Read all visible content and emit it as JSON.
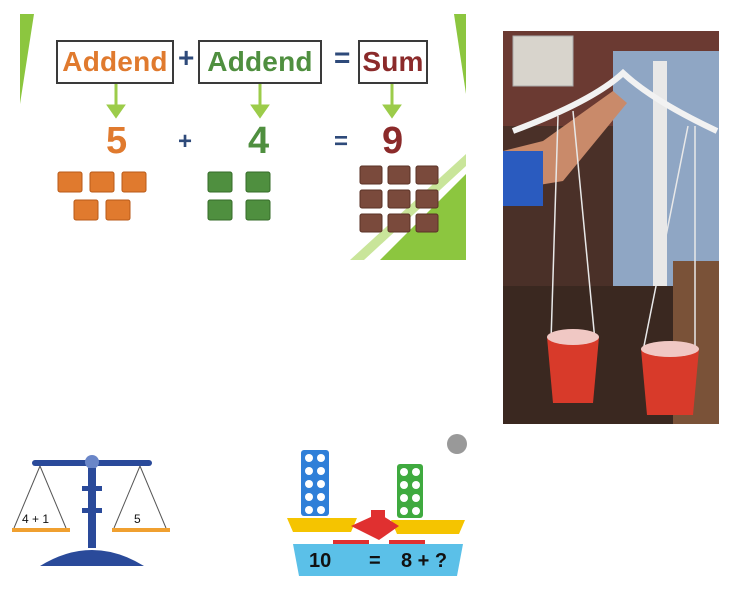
{
  "addend_diagram": {
    "labels": {
      "addend_left": "Addend",
      "plus": "+",
      "addend_right": "Addend",
      "equals": "=",
      "sum": "Sum"
    },
    "numbers": {
      "left": "5",
      "plus": "+",
      "right": "4",
      "equals": "=",
      "sum": "9"
    },
    "blocks": {
      "left_count": 5,
      "right_count": 4,
      "sum_count": 9
    },
    "colors": {
      "orange": "#e07a2e",
      "green": "#4f8f3f",
      "maroon": "#8b2a2a",
      "brown": "#7a4a3c",
      "arrow": "#9ccc4a",
      "accent": "#8cc63f"
    }
  },
  "photo": {
    "description_icon": "balance-scale-photo"
  },
  "scale_diagram": {
    "left_pan": "4 + 1",
    "right_pan": "5",
    "colors": {
      "body": "#2a4a9a",
      "pan": "#f0a030"
    }
  },
  "balance_diagram": {
    "left_text": "10",
    "equals": "=",
    "right_text": "8 + ?",
    "colors": {
      "base": "#5bc0e8",
      "pan": "#f5c400",
      "beam": "#e03030",
      "tower_left": "#2f7fd8",
      "tower_right": "#3faa3f"
    }
  }
}
